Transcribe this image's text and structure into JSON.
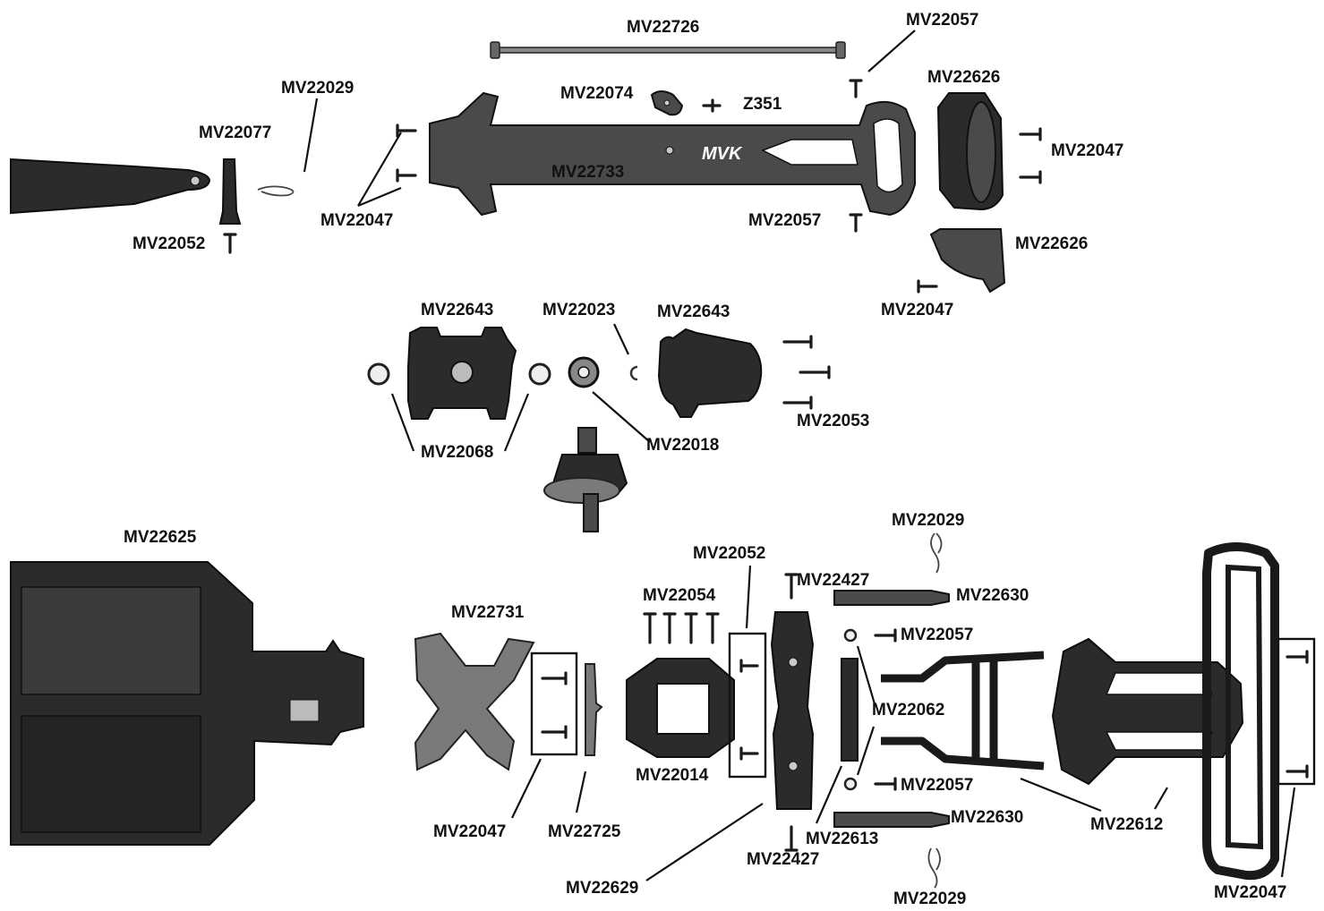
{
  "labels": {
    "mv22726": "MV22726",
    "mv22057_top": "MV22057",
    "mv22074": "MV22074",
    "z351": "Z351",
    "mv22626_top": "MV22626",
    "mv22029_left": "MV22029",
    "mv22077": "MV22077",
    "mv22047_right": "MV22047",
    "mv22733": "MV22733",
    "mv22047_left": "MV22047",
    "mv22052_left": "MV22052",
    "mv22057_mid": "MV22057",
    "mv22626_cover": "MV22626",
    "mv22047_cover": "MV22047",
    "mv22643_left": "MV22643",
    "mv22023": "MV22023",
    "mv22643_right": "MV22643",
    "mv22053": "MV22053",
    "mv22018": "MV22018",
    "mv22068": "MV22068",
    "mv22625": "MV22625",
    "mv22029_top": "MV22029",
    "mv22052_mid": "MV22052",
    "mv22427_top": "MV22427",
    "mv22630_top": "MV22630",
    "mv22054": "MV22054",
    "mv22731": "MV22731",
    "mv22057_low1": "MV22057",
    "mv22062": "MV22062",
    "mv22014": "MV22014",
    "mv22057_low2": "MV22057",
    "mv22630_low": "MV22630",
    "mv22612": "MV22612",
    "mv22047_bottom": "MV22047",
    "mv22725": "MV22725",
    "mv22613": "MV22613",
    "mv22427_low": "MV22427",
    "mv22629": "MV22629",
    "mv22029_bottom": "MV22029",
    "mv22047_far": "MV22047",
    "logo": "MVK"
  }
}
